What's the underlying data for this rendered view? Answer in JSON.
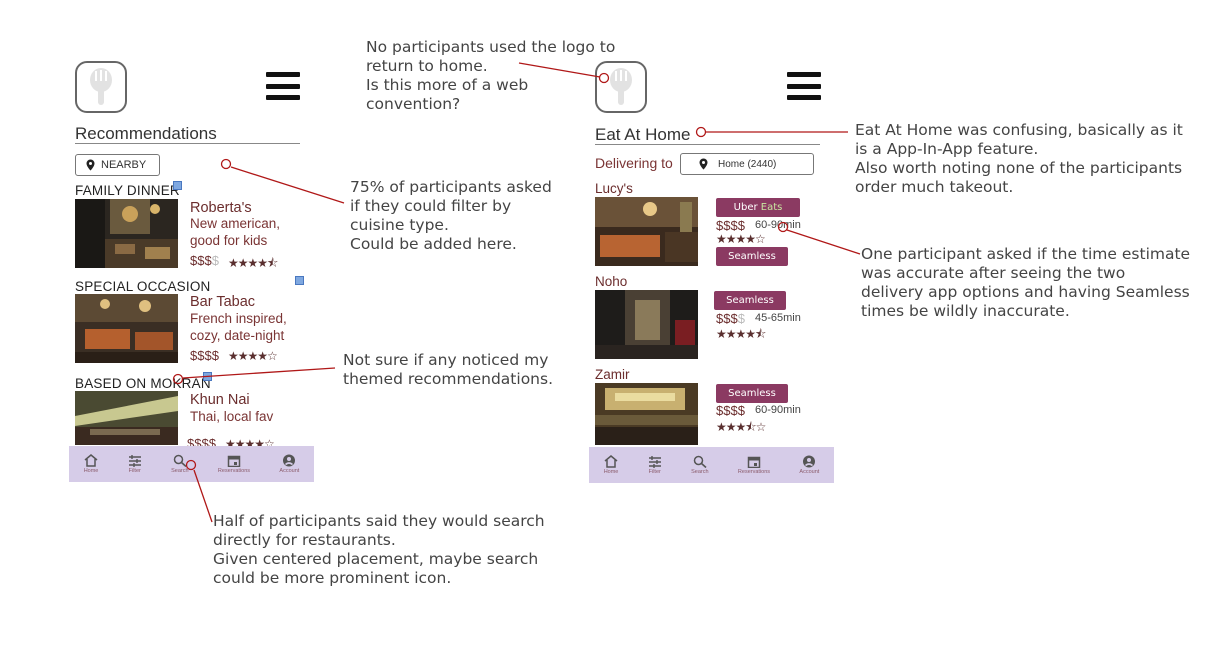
{
  "left_phone": {
    "title": "Recommendations",
    "nearby_chip": "NEARBY",
    "sections": [
      {
        "heading": "FAMILY DINNER",
        "name": "Roberta's",
        "desc": "New american,\ngood for kids",
        "price": "$$$",
        "price_dim": "$",
        "stars": "★★★★⯪"
      },
      {
        "heading": "SPECIAL OCCASION",
        "name": "Bar Tabac",
        "desc": "French inspired,\ncozy, date-night",
        "price": "$$$$",
        "price_dim": "",
        "stars": "★★★★☆"
      },
      {
        "heading": "BASED ON MOKRAN",
        "name": "Khun Nai",
        "desc": "Thai, local fav",
        "price": "$$$$",
        "price_dim": "",
        "stars": "★★★★☆"
      }
    ],
    "nav": [
      "Home",
      "Filter",
      "Search",
      "Reservations",
      "Account"
    ]
  },
  "right_phone": {
    "title": "Eat At Home",
    "delivering_label": "Delivering to",
    "address": "Home (2440)",
    "restaurants": [
      {
        "name": "Lucy's",
        "price": "$$$$",
        "price_dim": "",
        "eta": "60-90min",
        "stars": "★★★★☆",
        "buttons": [
          "Uber Eats",
          "Seamless"
        ]
      },
      {
        "name": "Noho",
        "price": "$$$",
        "price_dim": "$",
        "eta": "45-65min",
        "stars": "★★★★⯪",
        "buttons": [
          "Seamless"
        ]
      },
      {
        "name": "Zamir",
        "price": "$$$$",
        "price_dim": "",
        "eta": "60-90min",
        "stars": "★★★⯪☆",
        "buttons": [
          "Seamless"
        ]
      }
    ],
    "nav": [
      "Home",
      "Filter",
      "Search",
      "Reservations",
      "Account"
    ]
  },
  "annotations": {
    "logo": "No participants used the logo to\nreturn to home.\nIs this more of a web\nconvention?",
    "filter": "75% of participants asked\nif they could filter by\ncuisine type.\nCould be added here.",
    "themed": "Not sure if any noticed my\nthemed recommendations.",
    "search": "Half of participants said they would search\ndirectly for restaurants.\nGiven centered placement, maybe search\ncould be more prominent icon.",
    "eat_at_home": "Eat At Home was confusing, basically as it\nis a App-In-App feature.\nAlso worth noting none of the participants\norder much takeout.",
    "time": "One participant asked if the time estimate\nwas accurate after seeing the two\ndelivery app options and having Seamless\ntimes be wildly inaccurate."
  },
  "colors": {
    "accent": "#8b3a62",
    "annotation_line": "#b01818",
    "navbar": "#d6cce8"
  }
}
